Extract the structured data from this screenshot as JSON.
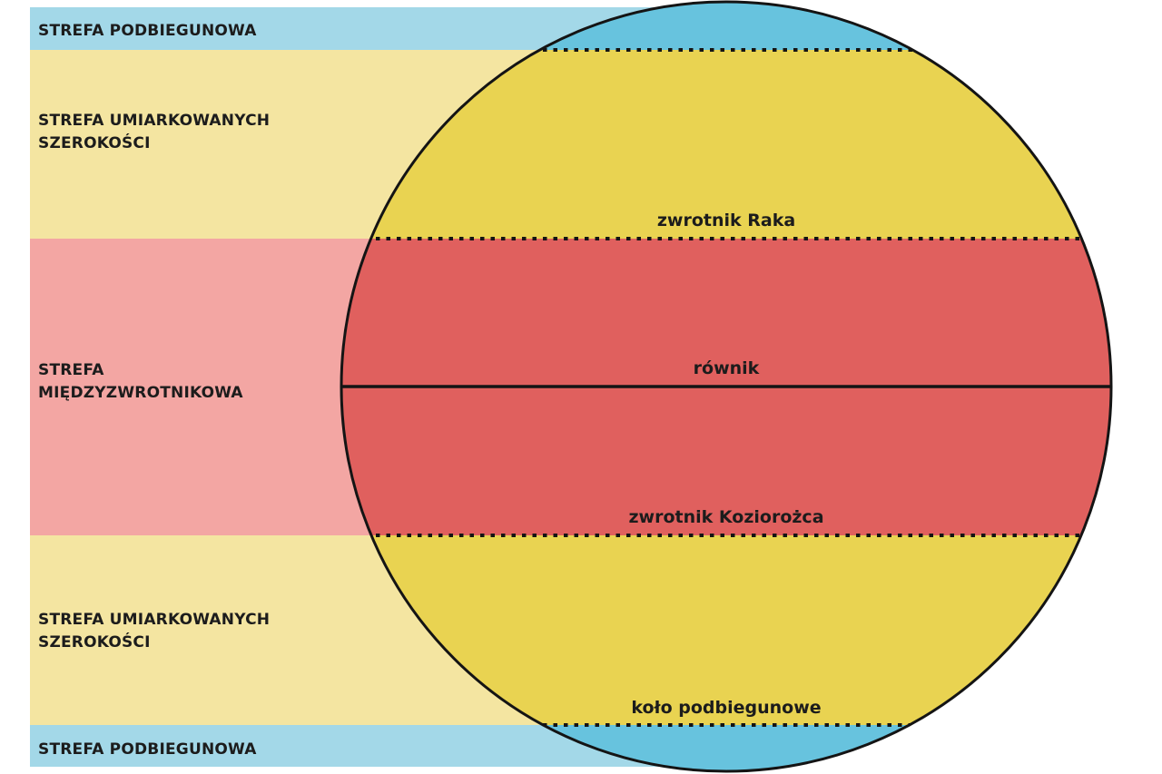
{
  "zones": [
    {
      "id": "polar-north",
      "label": "STREFA PODBIEGUNOWA"
    },
    {
      "id": "temperate-north",
      "label": "STREFA UMIARKOWANYCH\nSZEROKOŚCI"
    },
    {
      "id": "intertropical",
      "label": "STREFA\nMIĘDZYZWROTNIKOWA"
    },
    {
      "id": "temperate-south",
      "label": "STREFA UMIARKOWANYCH\nSZEROKOŚCI"
    },
    {
      "id": "polar-south",
      "label": "STREFA PODBIEGUNOWA"
    }
  ],
  "lines": {
    "tropic_of_cancer": "zwrotnik Raka",
    "equator": "równik",
    "tropic_of_capricorn": "zwrotnik Koziorożca",
    "polar_circle": "koło podbiegunowe"
  },
  "colors": {
    "polar_band": "#a3d8e8",
    "temperate_band": "#f4e5a1",
    "tropical_band": "#f3a6a3",
    "polar_fill": "#67c3de",
    "temperate_fill": "#e9d351",
    "tropical_fill": "#e0605e",
    "line": "#141414",
    "text": "#1c1c1c"
  }
}
